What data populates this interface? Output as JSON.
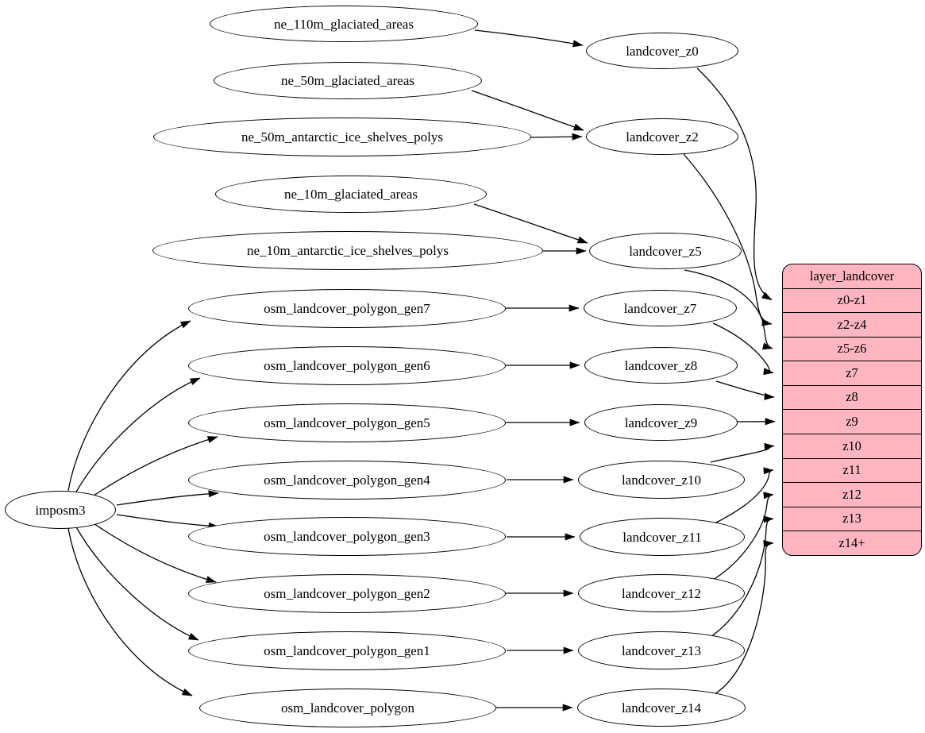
{
  "diagram": {
    "nodes": {
      "imposm3": "imposm3",
      "ne_110m_glaciated_areas": "ne_110m_glaciated_areas",
      "ne_50m_glaciated_areas": "ne_50m_glaciated_areas",
      "ne_50m_antarctic_ice_shelves_polys": "ne_50m_antarctic_ice_shelves_polys",
      "ne_10m_glaciated_areas": "ne_10m_glaciated_areas",
      "ne_10m_antarctic_ice_shelves_polys": "ne_10m_antarctic_ice_shelves_polys",
      "osm_landcover_polygon_gen7": "osm_landcover_polygon_gen7",
      "osm_landcover_polygon_gen6": "osm_landcover_polygon_gen6",
      "osm_landcover_polygon_gen5": "osm_landcover_polygon_gen5",
      "osm_landcover_polygon_gen4": "osm_landcover_polygon_gen4",
      "osm_landcover_polygon_gen3": "osm_landcover_polygon_gen3",
      "osm_landcover_polygon_gen2": "osm_landcover_polygon_gen2",
      "osm_landcover_polygon_gen1": "osm_landcover_polygon_gen1",
      "osm_landcover_polygon": "osm_landcover_polygon",
      "landcover_z0": "landcover_z0",
      "landcover_z2": "landcover_z2",
      "landcover_z5": "landcover_z5",
      "landcover_z7": "landcover_z7",
      "landcover_z8": "landcover_z8",
      "landcover_z9": "landcover_z9",
      "landcover_z10": "landcover_z10",
      "landcover_z11": "landcover_z11",
      "landcover_z12": "landcover_z12",
      "landcover_z13": "landcover_z13",
      "landcover_z14": "landcover_z14"
    },
    "table": {
      "title": "layer_landcover",
      "rows": [
        "z0-z1",
        "z2-z4",
        "z5-z6",
        "z7",
        "z8",
        "z9",
        "z10",
        "z11",
        "z12",
        "z13",
        "z14+"
      ]
    },
    "edges": [
      {
        "from": "ne_110m_glaciated_areas",
        "to": "landcover_z0"
      },
      {
        "from": "ne_50m_glaciated_areas",
        "to": "landcover_z2"
      },
      {
        "from": "ne_50m_antarctic_ice_shelves_polys",
        "to": "landcover_z2"
      },
      {
        "from": "ne_10m_glaciated_areas",
        "to": "landcover_z5"
      },
      {
        "from": "ne_10m_antarctic_ice_shelves_polys",
        "to": "landcover_z5"
      },
      {
        "from": "imposm3",
        "to": "osm_landcover_polygon_gen7"
      },
      {
        "from": "imposm3",
        "to": "osm_landcover_polygon_gen6"
      },
      {
        "from": "imposm3",
        "to": "osm_landcover_polygon_gen5"
      },
      {
        "from": "imposm3",
        "to": "osm_landcover_polygon_gen4"
      },
      {
        "from": "imposm3",
        "to": "osm_landcover_polygon_gen3"
      },
      {
        "from": "imposm3",
        "to": "osm_landcover_polygon_gen2"
      },
      {
        "from": "imposm3",
        "to": "osm_landcover_polygon_gen1"
      },
      {
        "from": "imposm3",
        "to": "osm_landcover_polygon"
      },
      {
        "from": "osm_landcover_polygon_gen7",
        "to": "landcover_z7"
      },
      {
        "from": "osm_landcover_polygon_gen6",
        "to": "landcover_z8"
      },
      {
        "from": "osm_landcover_polygon_gen5",
        "to": "landcover_z9"
      },
      {
        "from": "osm_landcover_polygon_gen4",
        "to": "landcover_z10"
      },
      {
        "from": "osm_landcover_polygon_gen3",
        "to": "landcover_z11"
      },
      {
        "from": "osm_landcover_polygon_gen2",
        "to": "landcover_z12"
      },
      {
        "from": "osm_landcover_polygon_gen1",
        "to": "landcover_z13"
      },
      {
        "from": "osm_landcover_polygon",
        "to": "landcover_z14"
      },
      {
        "from": "landcover_z0",
        "to": "layer_landcover.z0-z1"
      },
      {
        "from": "landcover_z2",
        "to": "layer_landcover.z2-z4"
      },
      {
        "from": "landcover_z5",
        "to": "layer_landcover.z5-z6"
      },
      {
        "from": "landcover_z7",
        "to": "layer_landcover.z7"
      },
      {
        "from": "landcover_z8",
        "to": "layer_landcover.z8"
      },
      {
        "from": "landcover_z9",
        "to": "layer_landcover.z9"
      },
      {
        "from": "landcover_z10",
        "to": "layer_landcover.z10"
      },
      {
        "from": "landcover_z11",
        "to": "layer_landcover.z11"
      },
      {
        "from": "landcover_z12",
        "to": "layer_landcover.z12"
      },
      {
        "from": "landcover_z13",
        "to": "layer_landcover.z13"
      },
      {
        "from": "landcover_z14",
        "to": "layer_landcover.z14+"
      }
    ],
    "colors": {
      "table_fill": "#ffb6c1",
      "node_fill": "#ffffff",
      "stroke": "#000000"
    }
  }
}
